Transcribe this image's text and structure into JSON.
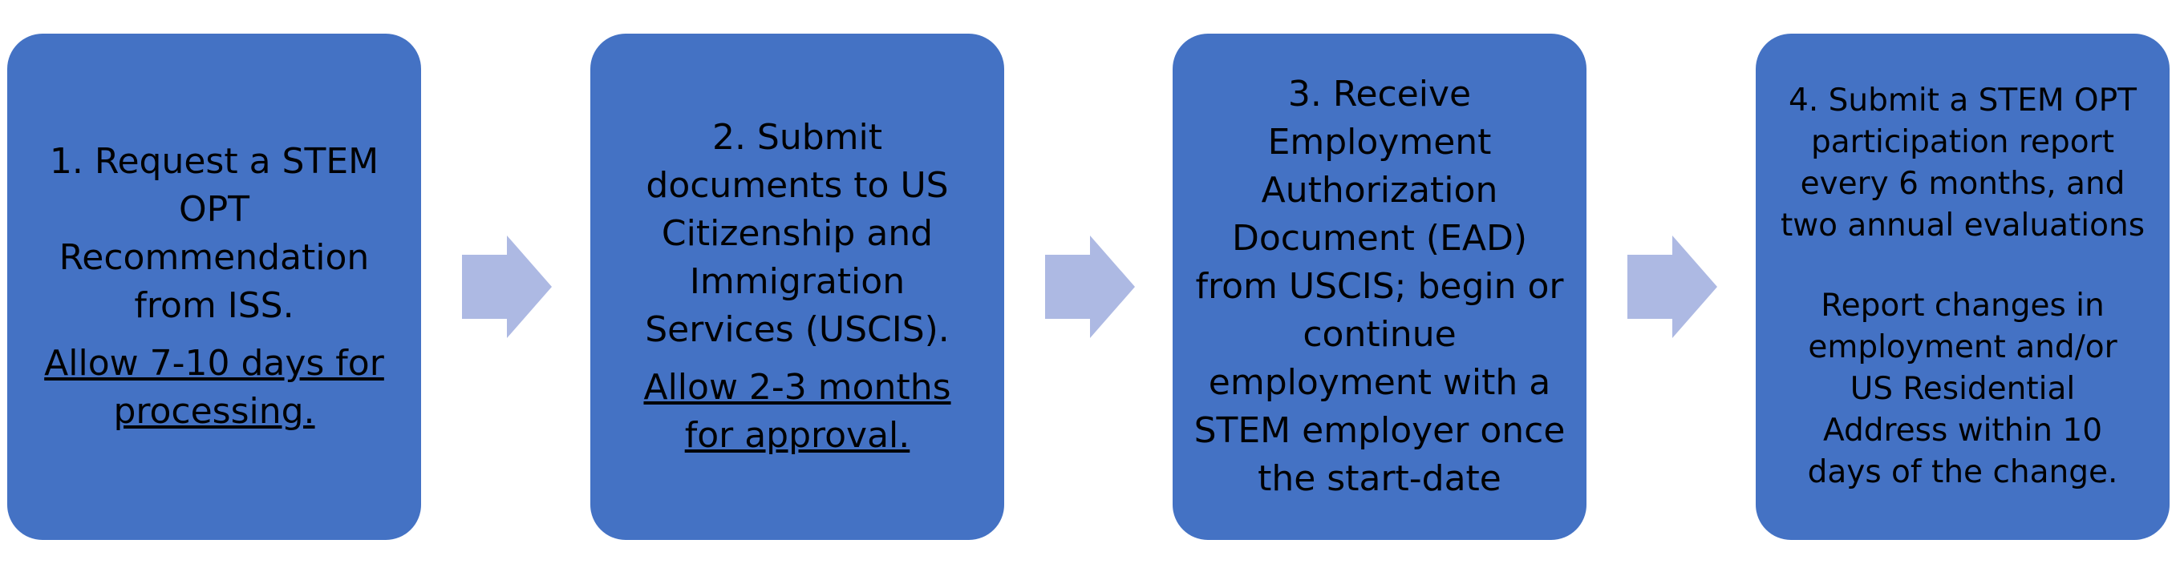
{
  "colors": {
    "box": "#4472c4",
    "arrow": "#adb9e3",
    "text": "#000000"
  },
  "steps": [
    {
      "text": "1. Request a STEM OPT Recommendation from ISS.",
      "note": "Allow 7-10 days for processing."
    },
    {
      "text": "2. Submit documents to US Citizenship and Immigration Services (USCIS).",
      "note": "Allow 2-3 months for approval."
    },
    {
      "text": "3. Receive Employment Authorization Document (EAD) from USCIS; begin or continue employment with a STEM employer once the start-date"
    },
    {
      "text": "4. Submit a STEM OPT participation report every 6 months, and two annual evaluations",
      "note": "Report changes in employment and/or US Residential Address within 10 days of the change."
    }
  ],
  "arrows": [
    "right-arrow-icon",
    "right-arrow-icon",
    "right-arrow-icon"
  ]
}
